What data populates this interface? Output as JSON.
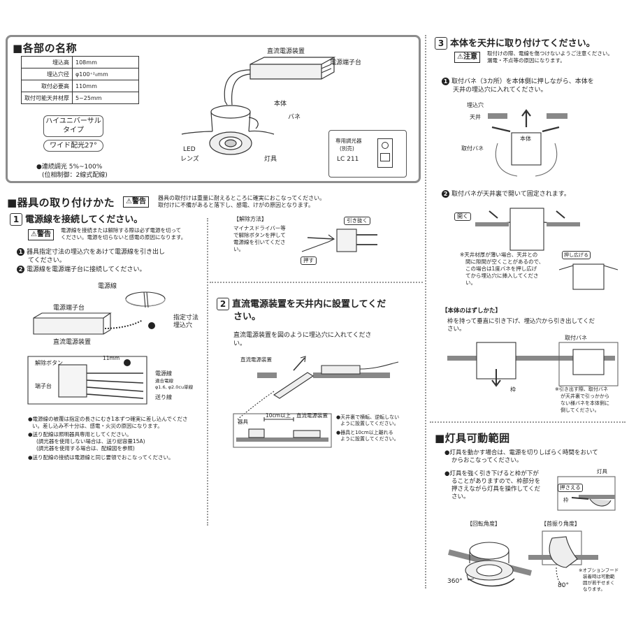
{
  "parts": {
    "title": "■各部の名称",
    "spec_rows": [
      {
        "k": "埋込高",
        "v": "108mm"
      },
      {
        "k": "埋込穴径",
        "v": "φ100⁺²₀mm"
      },
      {
        "k": "取付必要高",
        "v": "110mm"
      },
      {
        "k": "取付可能天井材厚",
        "v": "5~25mm"
      }
    ],
    "type_line1": "ハイユニバーサル",
    "type_line2": "タイプ",
    "wide": "ワイド配光27°",
    "dimming_line1": "●連続調光 5%~100%",
    "dimming_line2": "(位相制御：2線式配線)",
    "lbl_dc_unit": "直流電源装置",
    "lbl_terminal": "電源端子台",
    "lbl_body": "本体",
    "lbl_spring": "バネ",
    "lbl_led": "LED",
    "lbl_lens": "レンズ",
    "lbl_fixture": "灯具",
    "dimmer_line1": "専用調光器",
    "dimmer_line2": "(別売)",
    "dimmer_model": "LC 211"
  },
  "install": {
    "title": "■器具の取り付けかた",
    "warn_badge": "⚠警告",
    "warn_line1": "器具の取付けは重量に耐えるところに確実におこなってください。",
    "warn_line2": "取付けに不備があると落下し、感電、けがの原因となります。"
  },
  "step1": {
    "num": "1",
    "title": "電源線を接続してください。",
    "warn_badge": "⚠警告",
    "warn_line1": "電源線を接続または解除する際は必ず電源を切って",
    "warn_line2": "ください。電源を切らないと感電の原因になります。",
    "item1_line1": "器具指定寸法の埋込穴をあけて電源線を引き出し",
    "item1_line2": "てください。",
    "item2": "電源線を電源端子台に接続してください。",
    "lbl_power_wire": "電源線",
    "lbl_terminal_block": "電源端子台",
    "lbl_hole_line1": "指定寸法",
    "lbl_hole_line2": "埋込穴",
    "lbl_dc_unit": "直流電源装置",
    "lbl_release_btn": "解除ボタン",
    "lbl_terminal": "端子台",
    "lbl_11mm": "11mm",
    "lbl_wire": "電源線",
    "lbl_wire_spec1": "適合電線",
    "lbl_wire_spec2": "φ1.6, φ2.0cu単線",
    "lbl_feed": "送り線",
    "note1_line1": "●電源線の被覆は指定の長さにむき1本ずつ確実に差し込んでくださ",
    "note1_line2": "い。差し込み不十分は、感電・火災の原因になります。",
    "note2_line1": "●送り配線は照明器具専用としてください。",
    "note2_line2": "(調光器を使用しない場合は、送り総容量15A)",
    "note2_line3": "(調光器を使用する場合は、配線図を参照)",
    "note3": "●送り配線の接続は電源線と同じ要領でおこなってください。"
  },
  "release": {
    "title": "【解除方法】",
    "line1": "マイナスドライバー等",
    "line2": "で解除ボタンを押して",
    "line3": "電源線を引いてくださ",
    "line4": "い。",
    "pull": "引き抜く",
    "push": "押す"
  },
  "step2": {
    "num": "2",
    "title_line1": "直流電源装置を天井内に設置してくだ",
    "title_line2": "さい。",
    "desc_line1": "直流電源装置を図のように埋込穴に入れてくださ",
    "desc_line2": "い。",
    "lbl_dc_unit": "直流電源装置",
    "lbl_fixture": "器具",
    "lbl_10cm": "10cm以上",
    "lbl_dc_unit2": "直流電源装置",
    "note1_line1": "●天井裏で横転、逆転しない",
    "note1_line2": "ように設置してください。",
    "note2_line1": "●器具と10cm以上離れる",
    "note2_line2": "ように設置してください。"
  },
  "step3": {
    "num": "3",
    "title": "本体を天井に取り付けてください。",
    "caution_badge": "⚠注意",
    "caution_line1": "取付けの際、電線を傷つけないようご注意ください。",
    "caution_line2": "漏電・不点等の原因になります。",
    "item1_line1": "取付バネ（3カ所）を本体側に押しながら、本体を",
    "item1_line2": "天井の埋込穴に入れてください。",
    "lbl_hole": "埋込穴",
    "lbl_ceiling": "天井",
    "lbl_body": "本体",
    "lbl_spring": "取付バネ",
    "item2": "取付バネが天井裏で開いて固定されます。",
    "lbl_open": "開く",
    "thin_line1": "※天井材厚が薄い場合、天井との",
    "thin_line2": "間に隙間が空くことがあるので、",
    "thin_line3": "この場合は1度バネを押し広げ",
    "thin_line4": "てから埋込穴に挿入してくださ",
    "thin_line5": "い。",
    "lbl_push_spread": "押し広げる",
    "remove_title": "【本体のはずしかた】",
    "remove_line1": "枠を持って垂直に引き下げ、埋込穴から引き出してくだ",
    "remove_line2": "さい。",
    "lbl_spring2": "取付バネ",
    "lbl_frame": "枠",
    "pull_note1": "※引き出す際、取付バネ",
    "pull_note2": "が天井裏で引っかから",
    "pull_note3": "ない様バネを本体側に",
    "pull_note4": "倒してください。"
  },
  "movable": {
    "title": "■灯具可動範囲",
    "b1_line1": "●灯具を動かす場合は、電源を切りしばらく時間をおいて",
    "b1_line2": "からおこなってください。",
    "b2_line1": "●灯具を強く引き下げると枠が下が",
    "b2_line2": "ることがありますので、枠部分を",
    "b2_line3": "押さえながら灯具を操作してくだ",
    "b2_line4": "さい。",
    "lbl_fixture": "灯具",
    "lbl_hold": "押さえる",
    "lbl_frame": "枠",
    "rot_title": "【回転角度】",
    "tilt_title": "【首振り角度】",
    "rot_value": "360°",
    "tilt_value": "80°",
    "opt_line1": "※オプションフード",
    "opt_line2": "装着時は可動範",
    "opt_line3": "囲が若干せまく",
    "opt_line4": "なります。"
  }
}
